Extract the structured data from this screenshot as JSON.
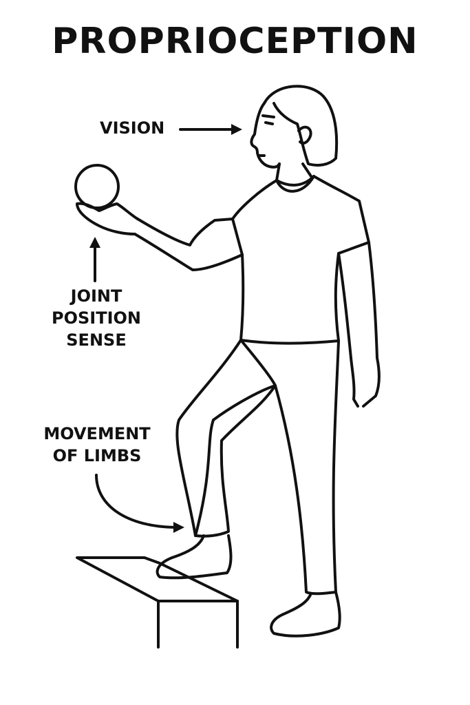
{
  "title": "PROPRIOCEPTION",
  "labels": {
    "vision": "VISION",
    "joint_position_sense": [
      "JOINT",
      "POSITION",
      "SENSE"
    ],
    "movement_of_limbs": [
      "MOVEMENT",
      "OF LIMBS"
    ]
  },
  "colors": {
    "line": "#111111",
    "background": "#ffffff"
  }
}
